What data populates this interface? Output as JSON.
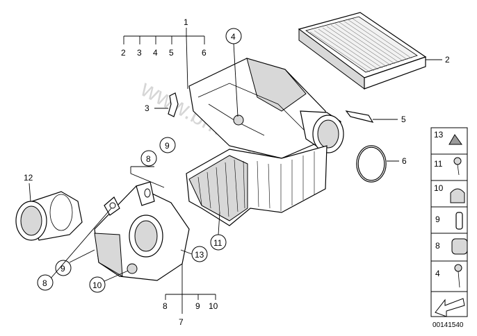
{
  "watermark": "www.bmwfans.pl",
  "diagram_id": "00141540",
  "callouts": {
    "c1": "1",
    "c2": "2",
    "c3": "3",
    "c4": "4",
    "c5": "5",
    "c6": "6",
    "c7": "7",
    "c8": "8",
    "c9": "9",
    "c10": "10",
    "c11": "11",
    "c12": "12",
    "c13": "13"
  },
  "group_top": [
    "2",
    "3",
    "4",
    "5",
    "6"
  ],
  "group_bottom": [
    "8",
    "9",
    "10"
  ],
  "legend": [
    "13",
    "11",
    "10",
    "9",
    "8",
    "4"
  ]
}
